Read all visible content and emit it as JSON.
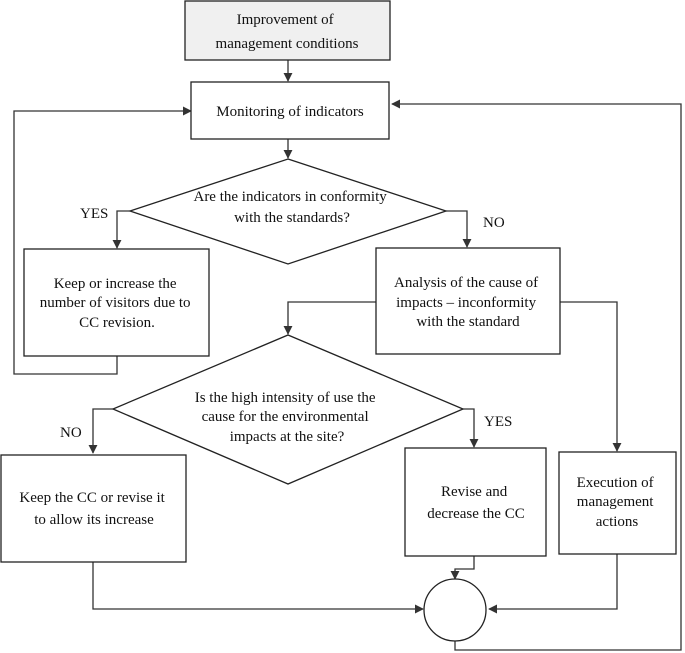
{
  "nodes": {
    "start": {
      "lines": [
        "Improvement of",
        "management conditions"
      ]
    },
    "monitor": {
      "lines": [
        "Monitoring of indicators"
      ]
    },
    "decision1": {
      "lines": [
        "Are the indicators in conformity",
        "with the standards?"
      ]
    },
    "keep_increase": {
      "lines": [
        "Keep or increase the",
        "number of visitors due to",
        "CC revision."
      ]
    },
    "analysis": {
      "lines": [
        "Analysis of the cause of",
        "impacts – inconformity",
        "with the standard"
      ]
    },
    "decision2": {
      "lines": [
        "Is the high intensity of use the",
        "cause for the environmental",
        "impacts at the site?"
      ]
    },
    "keep_revise": {
      "lines": [
        "Keep the CC or revise it",
        "to allow its increase"
      ]
    },
    "revise_decrease": {
      "lines": [
        "Revise and",
        "decrease the CC"
      ]
    },
    "execution": {
      "lines": [
        "Execution of",
        "management",
        "actions"
      ]
    }
  },
  "labels": {
    "yes1": "YES",
    "no1": "NO",
    "no2": "NO",
    "yes2": "YES"
  },
  "colors": {
    "start_fill": "#f0f0f0",
    "line": "#333333"
  }
}
